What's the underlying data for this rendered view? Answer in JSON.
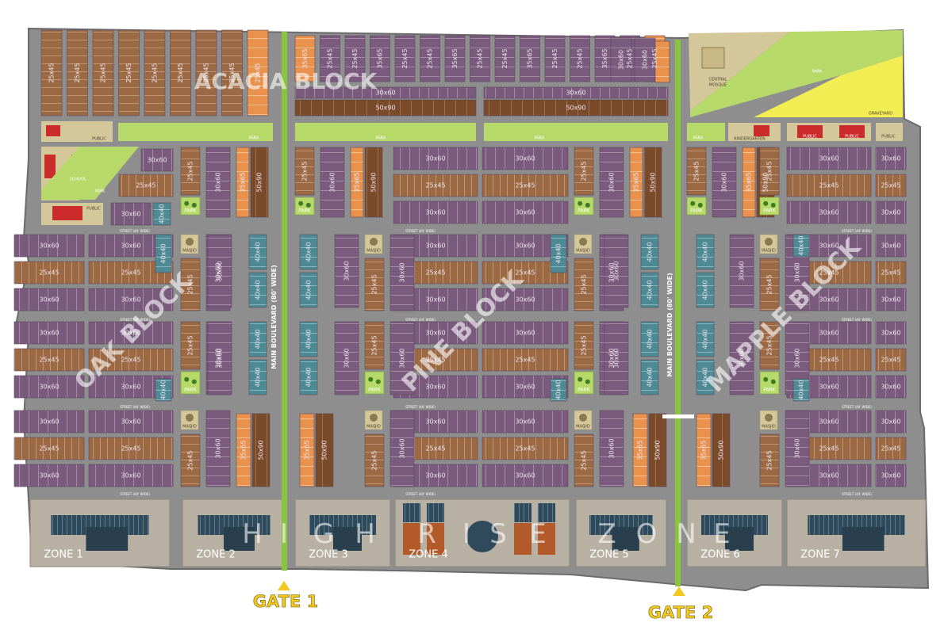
{
  "blocks": {
    "acacia": "ACACIA BLOCK",
    "oak": "OAK BLOCK",
    "pine": "PINE BLOCK",
    "maple": "MAPPLE BLOCK"
  },
  "high_rise": [
    "H",
    "I",
    "G",
    "H",
    "R",
    "I",
    "S",
    "E",
    "Z",
    "O",
    "N",
    "E"
  ],
  "zones": [
    "ZONE 1",
    "ZONE 2",
    "ZONE 3",
    "ZONE 4",
    "ZONE 5",
    "ZONE 6",
    "ZONE 7"
  ],
  "gates": {
    "gate1": "GATE 1",
    "gate2": "GATE 2"
  },
  "boulevard": "MAIN BOULEVARD (80' WIDE)",
  "street": "STREET (40' WIDE)",
  "amenities": {
    "public": "PUBLIC",
    "park": "PARK",
    "school": "SCHOOL",
    "masjid": "MASJID",
    "central_mosque": "CENTRAL MOSQUE",
    "central_mosque_l1": "CENTRAL",
    "central_mosque_l2": "MOSQUE",
    "kindergarten": "KINDERGARTEN",
    "graveyard": "GRAVEYARD"
  },
  "plot_sizes": {
    "s30x60": "30x60",
    "s25x45": "25x45",
    "s40x40": "40x40",
    "s50x90": "50x90",
    "s35x65": "35x65",
    "s25x65": "25x65"
  },
  "colors": {
    "road": "#8e8e8e",
    "plot_purple": "#7a5a7d",
    "plot_brown": "#9b6a45",
    "plot_orange": "#e9924d",
    "plot_teal": "#4e8a94",
    "plot_dark_brown": "#7a4b2a",
    "park_green": "#b6d96a",
    "median_green": "#8ac43f",
    "public_tan": "#d4c89a",
    "yellow": "#f1ed52",
    "zone_floor": "#b9b0a4",
    "gate_yellow": "#f3c91f"
  }
}
